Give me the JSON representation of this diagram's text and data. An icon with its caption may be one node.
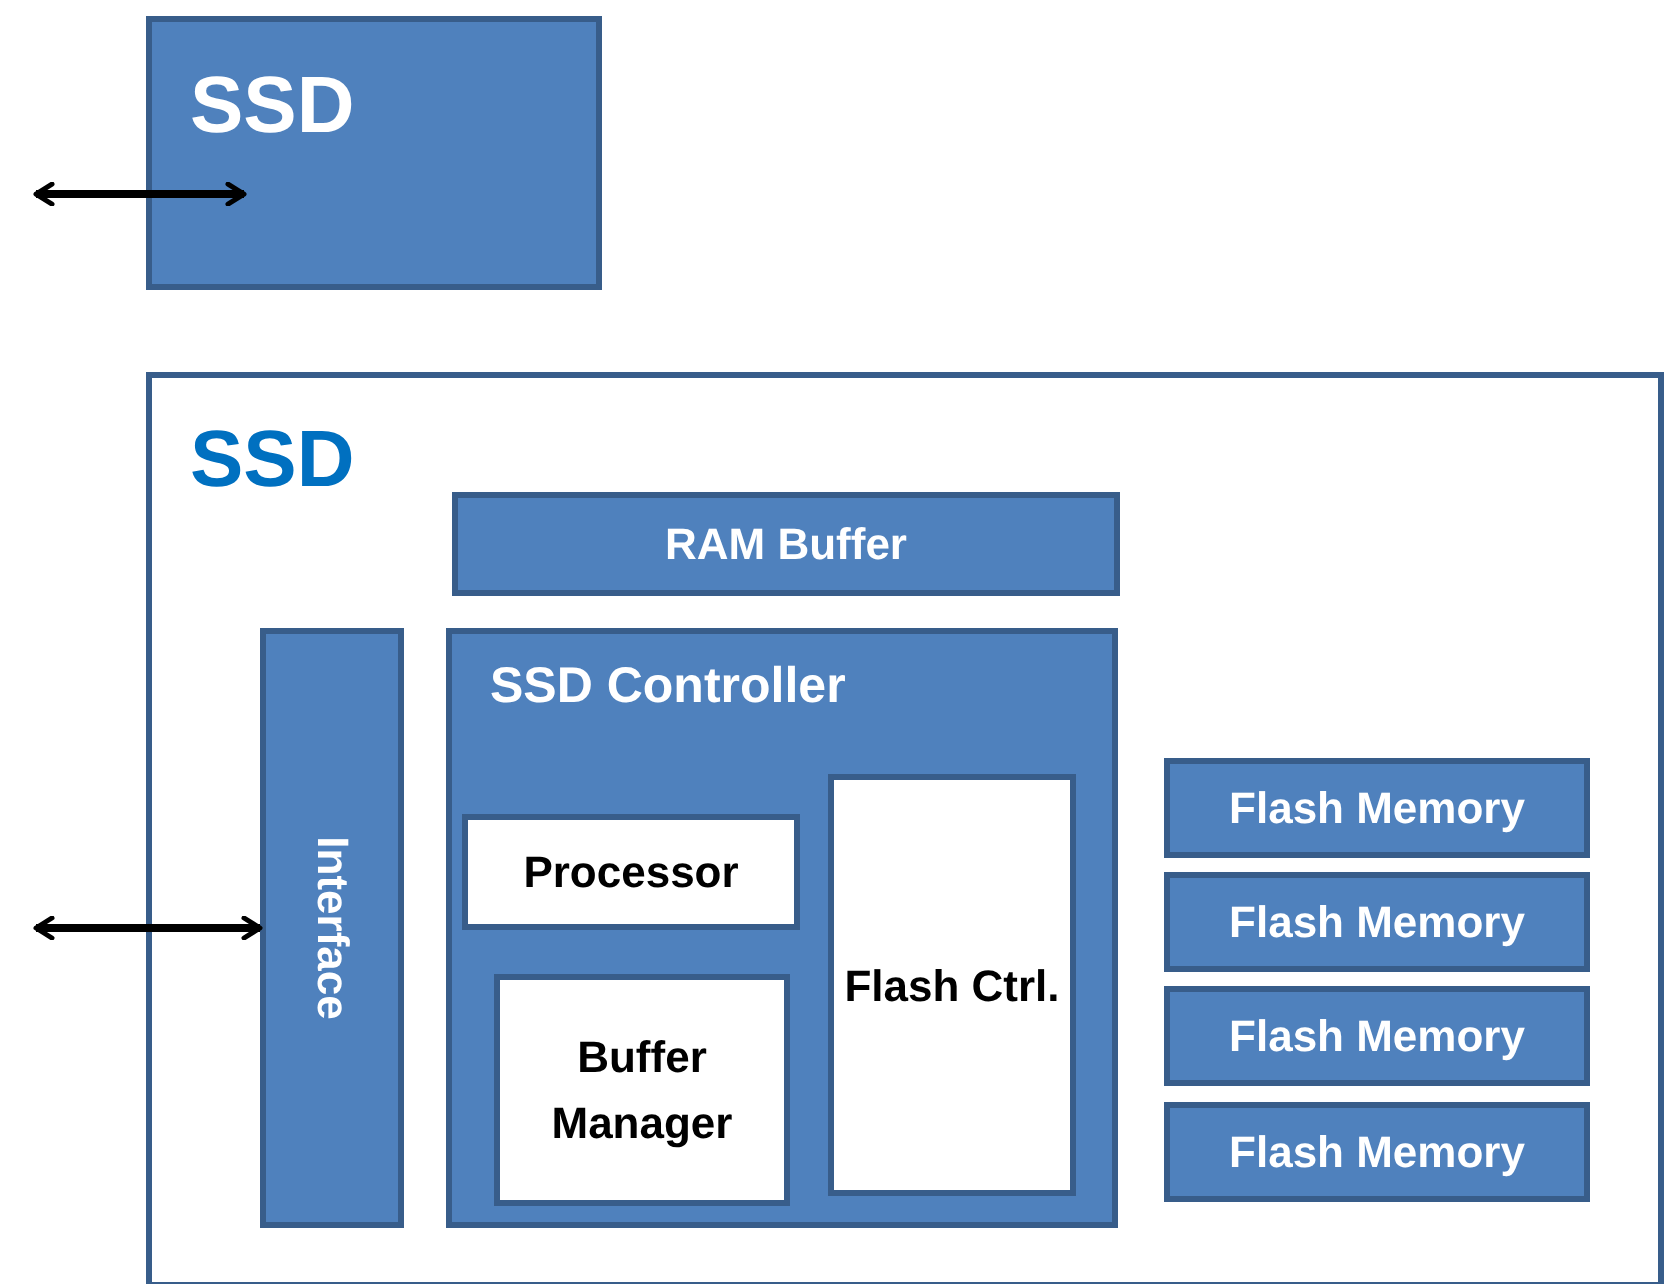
{
  "diagram": {
    "nodes": [
      {
        "text": [
          "SSD"
        ]
      },
      {
        "text": [
          "SSD"
        ]
      },
      {
        "text": [
          "RAM Buffer"
        ],
        "in": 1
      },
      {
        "text": [
          "Interface"
        ],
        "in": 1
      },
      {
        "text": [
          "SSD Controller"
        ],
        "in": 1
      },
      {
        "text": [
          "Processor"
        ],
        "in": 4
      },
      {
        "text": [
          "Buffer Manager"
        ],
        "in": 4
      },
      {
        "text": [
          "Flash Ctrl."
        ],
        "in": 4
      },
      {
        "text": [
          "Flash Memory"
        ],
        "in": 1
      },
      {
        "text": [
          "Flash Memory"
        ],
        "in": 1
      },
      {
        "text": [
          "Flash Memory"
        ],
        "in": 1
      },
      {
        "text": [
          "Flash Memory"
        ],
        "in": 1
      }
    ],
    "edges": [
      {
        "from": null,
        "to": 0,
        "arrow": "both"
      },
      {
        "from": null,
        "to": 3,
        "arrow": "both"
      }
    ]
  }
}
